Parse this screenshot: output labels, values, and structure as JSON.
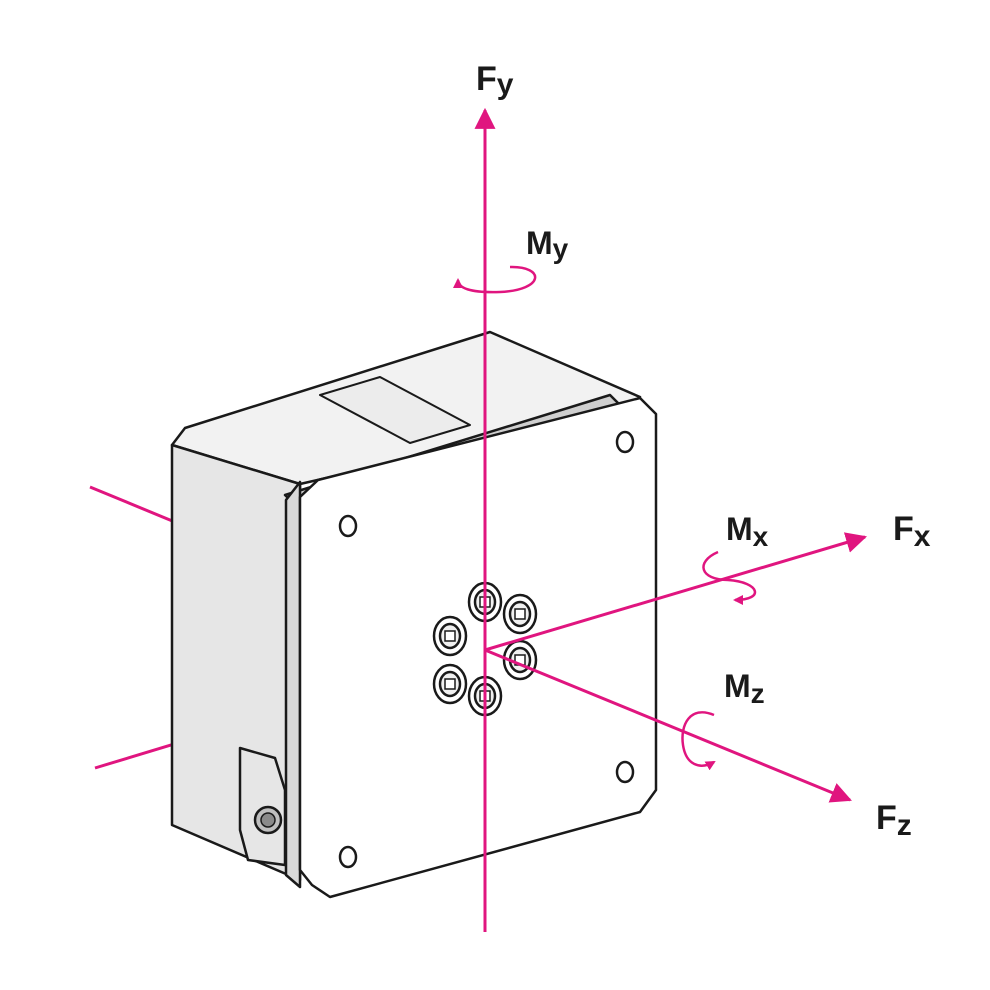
{
  "colors": {
    "axis": "#e0157f",
    "outline": "#1a1a1a",
    "face": "#ffffff",
    "side": "#e6e6e6",
    "top": "#f2f2f2"
  },
  "labels": {
    "fy": {
      "main": "F",
      "sub": "y"
    },
    "my": {
      "main": "M",
      "sub": "y"
    },
    "fx": {
      "main": "F",
      "sub": "x"
    },
    "mx": {
      "main": "M",
      "sub": "x"
    },
    "fz": {
      "main": "F",
      "sub": "z"
    },
    "mz": {
      "main": "M",
      "sub": "z"
    }
  }
}
